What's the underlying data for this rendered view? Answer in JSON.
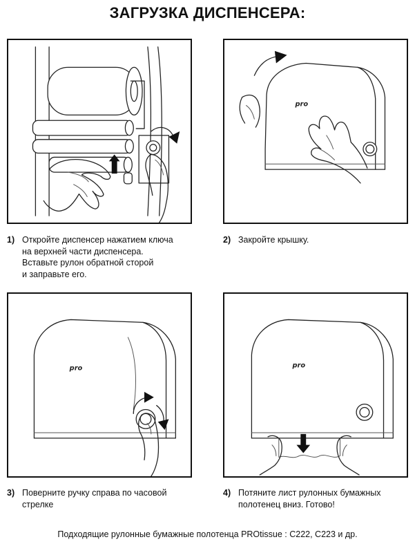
{
  "title": "ЗАГРУЗКА ДИСПЕНСЕРА:",
  "logo_text": "pro",
  "steps": [
    {
      "num": "1)",
      "text": "Откройте диспенсер нажатием ключа\nна верхней части диспенсера.\nВставьте рулон обратной сторой\nи заправьте его."
    },
    {
      "num": "2)",
      "text": "Закройте крышку."
    },
    {
      "num": "3)",
      "text": "Поверните ручку справа по часовой\nстрелке"
    },
    {
      "num": "4)",
      "text": "Потяните лист рулонных бумажных\nполотенец вниз. Готово!"
    }
  ],
  "footer": "Подходящие рулонные бумажные полотенца PROtissue : C222, C223 и др."
}
